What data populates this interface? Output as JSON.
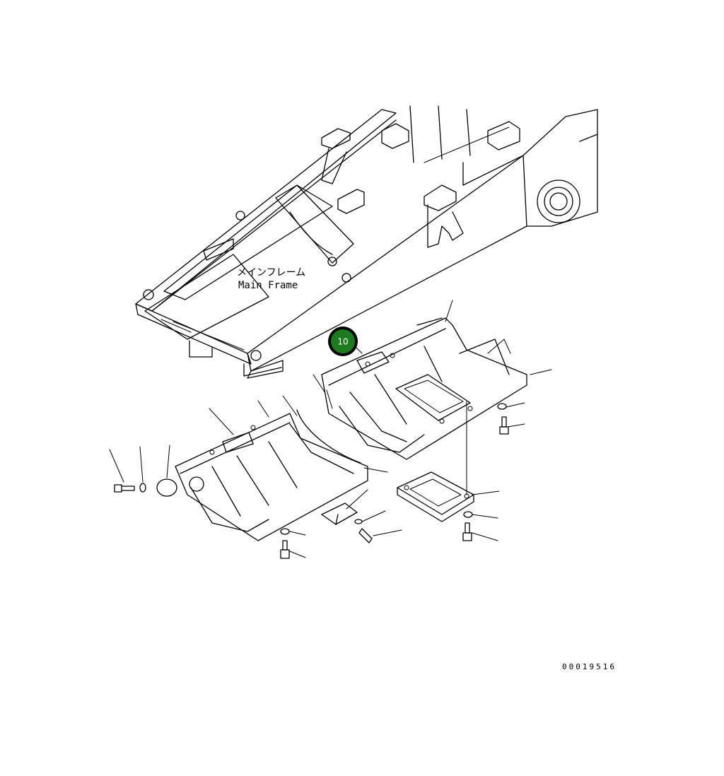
{
  "frame_label": {
    "jp": "メインフレーム",
    "en": "Main Frame"
  },
  "callout": {
    "number": "10",
    "color": "#1e7a1e",
    "ring": "#000000"
  },
  "drawing_code": "00019516"
}
